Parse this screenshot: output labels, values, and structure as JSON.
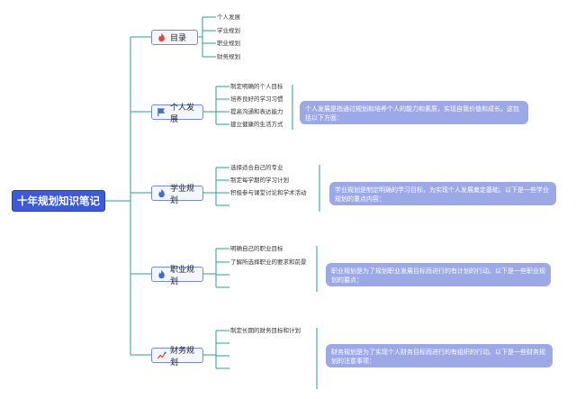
{
  "root": {
    "title": "十年规划知识笔记"
  },
  "branches": [
    {
      "id": "mulu",
      "label": "目录",
      "icon": "fire-icon",
      "items": [
        "个人发展",
        "学业规划",
        "职业规划",
        "财务规划"
      ],
      "note": ""
    },
    {
      "id": "geren",
      "label": "个人发展",
      "icon": "flag-icon",
      "items": [
        "制定明确的个人目标",
        "培养良好的学习习惯",
        "提高沟通和表达能力",
        "建立健康的生活方式"
      ],
      "note": "个人发展是指通过规划和培养个人的能力和素质，实现自我价值和成长。这包括以下方面："
    },
    {
      "id": "xueye",
      "label": "学业规划",
      "icon": "fire-icon",
      "items": [
        "选择适合自己的专业",
        "制定每学期的学习计划",
        "积极参与课堂讨论和学术活动",
        ""
      ],
      "note": "学业规划是制定明确的学习目标，为实现个人发展奠定基础。以下是一些学业规划的重点内容："
    },
    {
      "id": "zhiye",
      "label": "职业规划",
      "icon": "fire-icon",
      "items": [
        "明确自己的职业目标",
        "了解所选择职业的要求和前景",
        "",
        ""
      ],
      "note": "职业规划是为了规划职业发展目标而进行的有计划的行动。以下是一些职业规划的要点："
    },
    {
      "id": "caiwu",
      "label": "财务规划",
      "icon": "chart-icon",
      "items": [
        "制定长期的财务目标和计划",
        "",
        "",
        ""
      ],
      "note": "财务规划是为了实现个人财务目标而进行的有组织的行动。以下是一些财务规划的注意事项："
    }
  ],
  "colors": {
    "root": "#3d5bd9",
    "line": "#2e9e93",
    "note": "#9da8e6",
    "fire": "#e8462c",
    "flag": "#3b6fd6"
  }
}
